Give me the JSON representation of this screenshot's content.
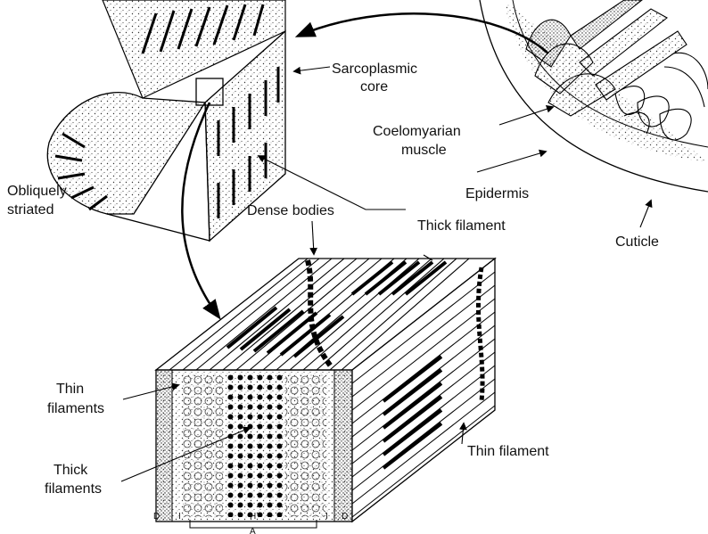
{
  "labels": {
    "sarcoplasmic_core": [
      "Sarcoplasmic",
      "core"
    ],
    "coelomyarian_muscle": [
      "Coelomyarian",
      "muscle"
    ],
    "obliquely_striated": [
      "Obliquely",
      "striated"
    ],
    "epidermis": "Epidermis",
    "dense_bodies": "Dense bodies",
    "thick_filament": "Thick filament",
    "cuticle": "Cuticle",
    "thin_filaments": [
      "Thin",
      "filaments"
    ],
    "thick_filaments": [
      "Thick",
      "filaments"
    ],
    "thin_filament": "Thin filament"
  },
  "band_labels": {
    "d_left": "D",
    "i_left": "I",
    "h": "H",
    "a": "A",
    "i_right": "I",
    "d_right": "D"
  }
}
